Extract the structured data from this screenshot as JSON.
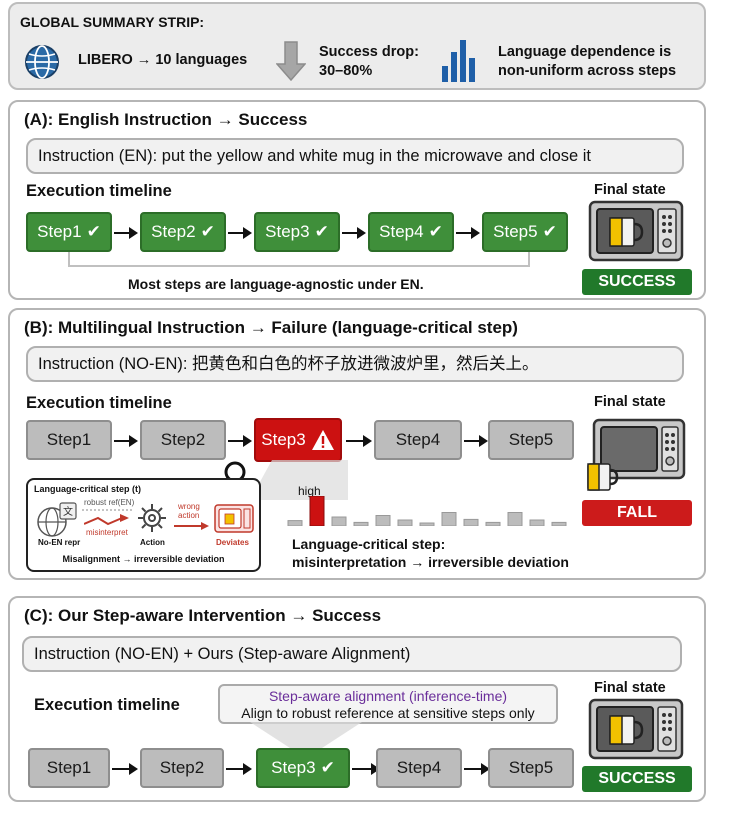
{
  "summary": {
    "title": "GLOBAL SUMMARY STRIP:",
    "item1": "LIBERO → 10 languages",
    "item2_line1": "Success drop:",
    "item2_line2": "30–80%",
    "item3_line1": "Language dependence is",
    "item3_line2": "non-uniform across steps"
  },
  "panelA": {
    "title": "(A): English Instruction → Success",
    "instruction": "Instruction (EN): put the yellow and white mug in the microwave and close it",
    "timeline_label": "Execution timeline",
    "steps": [
      "Step1",
      "Step2",
      "Step3",
      "Step4",
      "Step5"
    ],
    "check": "✔",
    "caption": "Most steps are language-agnostic under EN.",
    "final_state": "Final state",
    "result": "SUCCESS"
  },
  "panelB": {
    "title": "(B): Multilingual Instruction → Failure (language-critical step)",
    "instruction": "Instruction (NO-EN): 把黄色和白色的杯子放进微波炉里，然后关上。",
    "timeline_label": "Execution timeline",
    "steps": [
      "Step1",
      "Step2",
      "Step3",
      "Step4",
      "Step5"
    ],
    "final_state": "Final state",
    "result": "FALL",
    "inset": {
      "title": "Language-critical step (t)",
      "robust_ref": "robust ref(EN)",
      "misinterpret": "misinterpret",
      "wrong": "wrong",
      "action_word": "action",
      "repr_label": "No-EN repr",
      "action_label": "Action",
      "deviates_label": "Deviates",
      "bottom": "Misalignment → irreversible deviation"
    },
    "bars_high_label": "high",
    "bars": [
      0.18,
      1.0,
      0.3,
      0.12,
      0.35,
      0.2,
      0.1,
      0.45,
      0.22,
      0.12,
      0.45,
      0.2,
      0.12
    ],
    "bars_caption_line1": "Language-critical step:",
    "bars_caption_line2": "misinterpretation → irreversible deviation"
  },
  "panelC": {
    "title": "(C): Our Step-aware Intervention → Success",
    "instruction": "Instruction (NO-EN) + Ours (Step-aware Alignment)",
    "timeline_label": "Execution timeline",
    "align_line1": "Step-aware alignment (inference-time)",
    "align_line2": "Align to robust reference at sensitive steps only",
    "steps": [
      "Step1",
      "Step2",
      "Step3",
      "Step4",
      "Step5"
    ],
    "check": "✔",
    "final_state": "Final state",
    "result": "SUCCESS"
  },
  "colors": {
    "green": "#3f8f3a",
    "red": "#cc1111",
    "gray": "#bcbcbc",
    "blue": "#1f5fa8",
    "purple": "#6a2e9a"
  }
}
